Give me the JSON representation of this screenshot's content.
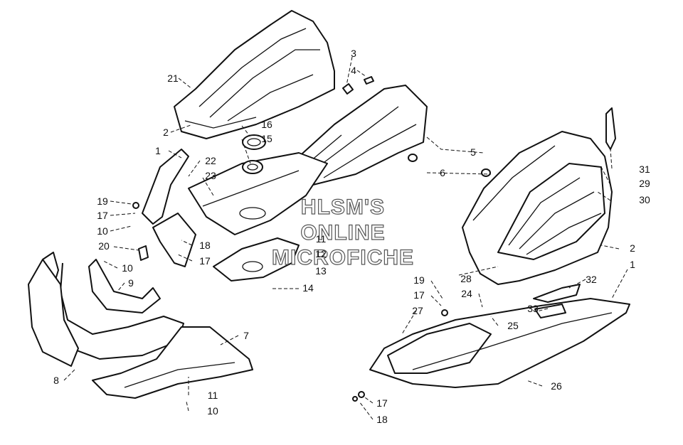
{
  "watermark": [
    "HLSM'S",
    "ONLINE",
    "MICROFICHE"
  ],
  "callouts": [
    "1",
    "2",
    "3",
    "4",
    "5",
    "6",
    "7",
    "8",
    "9",
    "10",
    "11",
    "12",
    "13",
    "14",
    "15",
    "16",
    "17",
    "18",
    "19",
    "20",
    "21",
    "22",
    "23",
    "24",
    "25",
    "26",
    "27",
    "28",
    "29",
    "30",
    "31",
    "32",
    "33"
  ]
}
